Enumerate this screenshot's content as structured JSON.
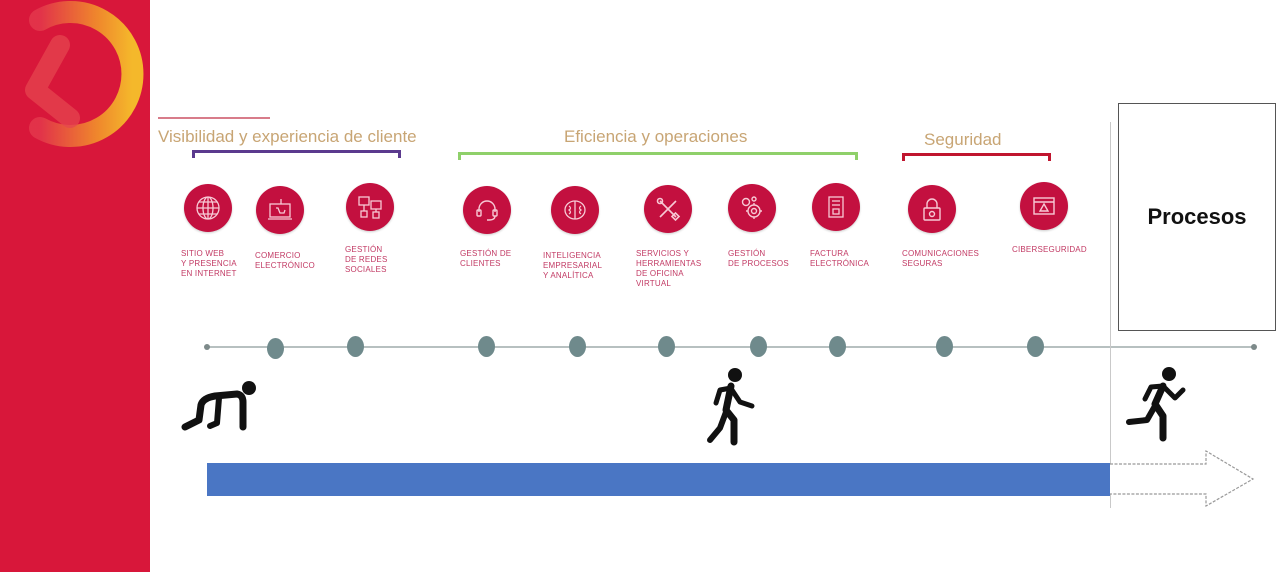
{
  "sidebar": {
    "color": "#d8173a",
    "logo": "brand-logo-ring"
  },
  "categories": [
    {
      "title": "Visibilidad y experiencia de cliente",
      "bracket_color": "#5b3a8e"
    },
    {
      "title": "Eficiencia y operaciones",
      "bracket_color": "#8fd06a"
    },
    {
      "title": "Seguridad",
      "bracket_color": "#c0152f"
    }
  ],
  "items": [
    {
      "icon": "globe-icon",
      "label": "Sitio web\ny presencia\nen internet"
    },
    {
      "icon": "ecommerce-laptop-icon",
      "label": "Comercio\nelectrónico"
    },
    {
      "icon": "social-network-icon",
      "label": "Gestión\nde redes\nsociales"
    },
    {
      "icon": "headset-icon",
      "label": "Gestión de\nclientes"
    },
    {
      "icon": "brain-icon",
      "label": "Inteligencia\nempresarial\ny analítica"
    },
    {
      "icon": "tools-icon",
      "label": "Servicios y\nherramientas\nde oficina\nvirtual"
    },
    {
      "icon": "gears-icon",
      "label": "Gestión\nde procesos"
    },
    {
      "icon": "invoice-icon",
      "label": "Factura\nelectrónica"
    },
    {
      "icon": "lock-icon",
      "label": "Comunicaciones\nseguras"
    },
    {
      "icon": "browser-alert-icon",
      "label": "Ciberseguridad"
    }
  ],
  "timeline": {
    "dots": 10,
    "dot_color": "#6f8a8c",
    "line_color": "#b7c0c0"
  },
  "stages": [
    {
      "figure": "crouching-start-figure"
    },
    {
      "figure": "walking-figure"
    },
    {
      "figure": "running-figure"
    }
  ],
  "procesos": {
    "label": "Procesos"
  },
  "progress": {
    "bar_color": "#4a76c4",
    "arrow": "outline-arrow-right"
  }
}
